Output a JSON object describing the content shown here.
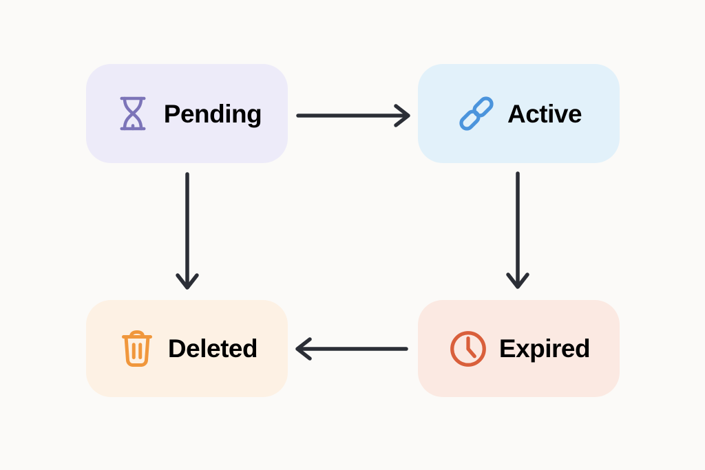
{
  "page": {
    "background": "#FBFAF8"
  },
  "diagram": {
    "type": "state-flow",
    "nodes": [
      {
        "id": "pending",
        "label": "Pending",
        "icon": "hourglass-icon",
        "bg": "#EDEBF9",
        "icon_color": "#7C74B8"
      },
      {
        "id": "active",
        "label": "Active",
        "icon": "link-icon",
        "bg": "#E2F1FA",
        "icon_color": "#4B94DC"
      },
      {
        "id": "deleted",
        "label": "Deleted",
        "icon": "trash-icon",
        "bg": "#FDF1E4",
        "icon_color": "#F0973C"
      },
      {
        "id": "expired",
        "label": "Expired",
        "icon": "clock-icon",
        "bg": "#FBE9E2",
        "icon_color": "#D95F3B"
      }
    ],
    "edges": [
      {
        "from": "Pending",
        "to": "Active"
      },
      {
        "from": "Pending",
        "to": "Deleted"
      },
      {
        "from": "Active",
        "to": "Expired"
      },
      {
        "from": "Expired",
        "to": "Deleted"
      }
    ],
    "colors": {
      "text": "#1D2231",
      "arrow": "#2B2E36"
    }
  }
}
